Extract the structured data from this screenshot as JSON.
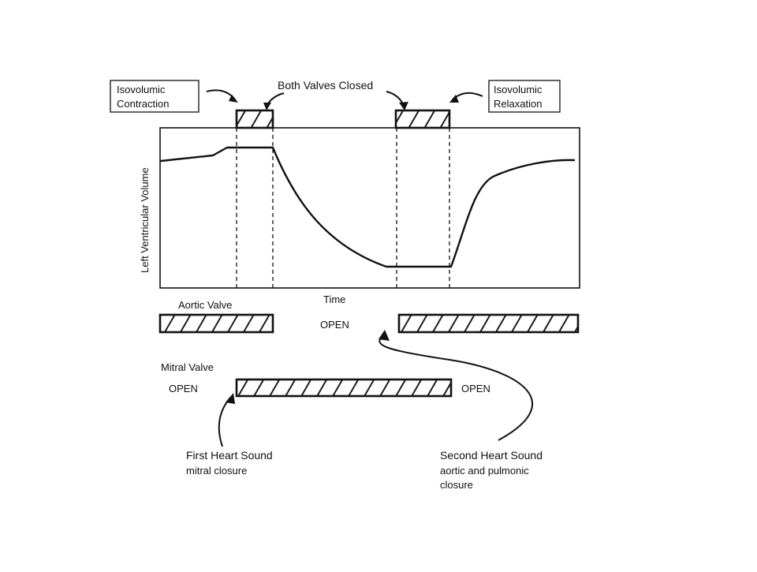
{
  "diagram": {
    "labels": {
      "isovolumic_contraction": [
        "Isovolumic",
        "Contraction"
      ],
      "both_valves_closed": "Both Valves Closed",
      "isovolumic_relaxation": [
        "Isovolumic",
        "Relaxation"
      ],
      "y_axis": "Left Ventricular Volume",
      "x_axis": "Time",
      "aortic_valve": "Aortic Valve",
      "aortic_open": "OPEN",
      "mitral_valve": "Mitral Valve",
      "mitral_open_left": "OPEN",
      "mitral_open_right": "OPEN",
      "first_heart_sound": [
        "First Heart Sound",
        "mitral closure"
      ],
      "second_heart_sound": [
        "Second Heart Sound",
        "aortic and pulmonic",
        "closure"
      ]
    }
  }
}
